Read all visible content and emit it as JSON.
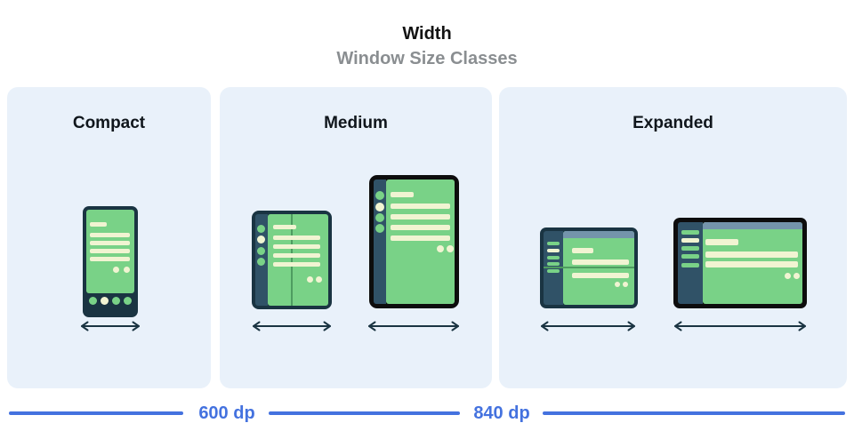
{
  "header": {
    "title": "Width",
    "subtitle": "Window Size Classes"
  },
  "panels": [
    {
      "label": "Compact",
      "devices": [
        "phone"
      ]
    },
    {
      "label": "Medium",
      "devices": [
        "foldable-open-portrait",
        "tablet-portrait"
      ]
    },
    {
      "label": "Expanded",
      "devices": [
        "foldable-open-landscape",
        "tablet-landscape"
      ]
    }
  ],
  "ruler": {
    "breakpoints": [
      "600 dp",
      "840 dp"
    ]
  },
  "colors": {
    "accent_blue": "#4472DF",
    "panel_bg": "#E9F1FA",
    "screen_green": "#79D287",
    "content_cream": "#F1F4D2",
    "frame_navy": "#1A3442",
    "rail_navy": "#305267",
    "header_strip": "#7494AB",
    "fold_line": "#4E9C60",
    "frame_black": "#0D0D0D",
    "title_black": "#131313",
    "subtitle_gray": "#8A8E91"
  }
}
